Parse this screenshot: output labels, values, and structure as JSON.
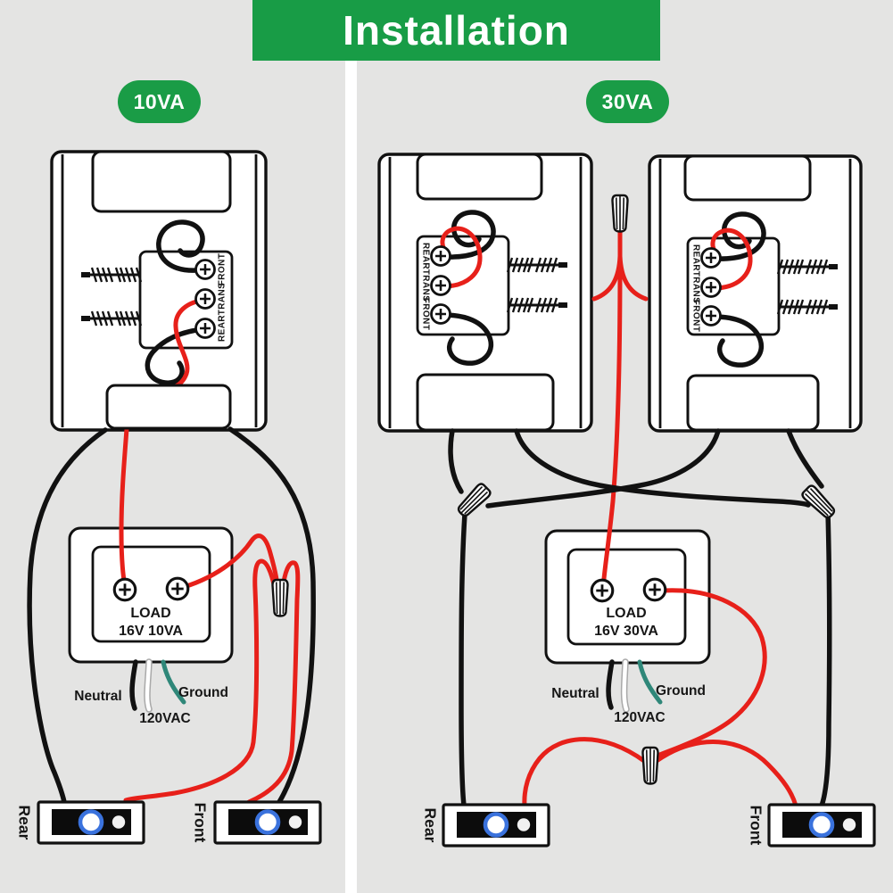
{
  "title": "Installation",
  "badges": {
    "left": "10VA",
    "right": "30VA"
  },
  "terminals": {
    "rear": "REAR",
    "trans": "TRANS",
    "front": "FRONT"
  },
  "transformers": {
    "left": {
      "line1": "LOAD",
      "line2": "16V 10VA"
    },
    "right": {
      "line1": "LOAD",
      "line2": "16V 30VA"
    }
  },
  "wire_labels": {
    "neutral": "Neutral",
    "ground": "Ground",
    "vac": "120VAC"
  },
  "buttons": {
    "rear": "Rear",
    "front": "Front"
  },
  "colors": {
    "banner_green": "#189c46",
    "badge_green": "#1a9c46",
    "wire_red": "#e7201a",
    "wire_black": "#111111",
    "ground_teal": "#2f8779",
    "button_blue": "#3a72dd",
    "background": "#e4e4e3",
    "divider": "#ffffff"
  }
}
